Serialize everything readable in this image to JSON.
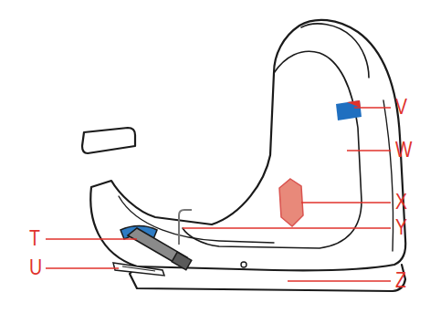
{
  "diagram": {
    "labels": [
      "V",
      "W",
      "X",
      "T",
      "Y",
      "U",
      "Z"
    ]
  }
}
